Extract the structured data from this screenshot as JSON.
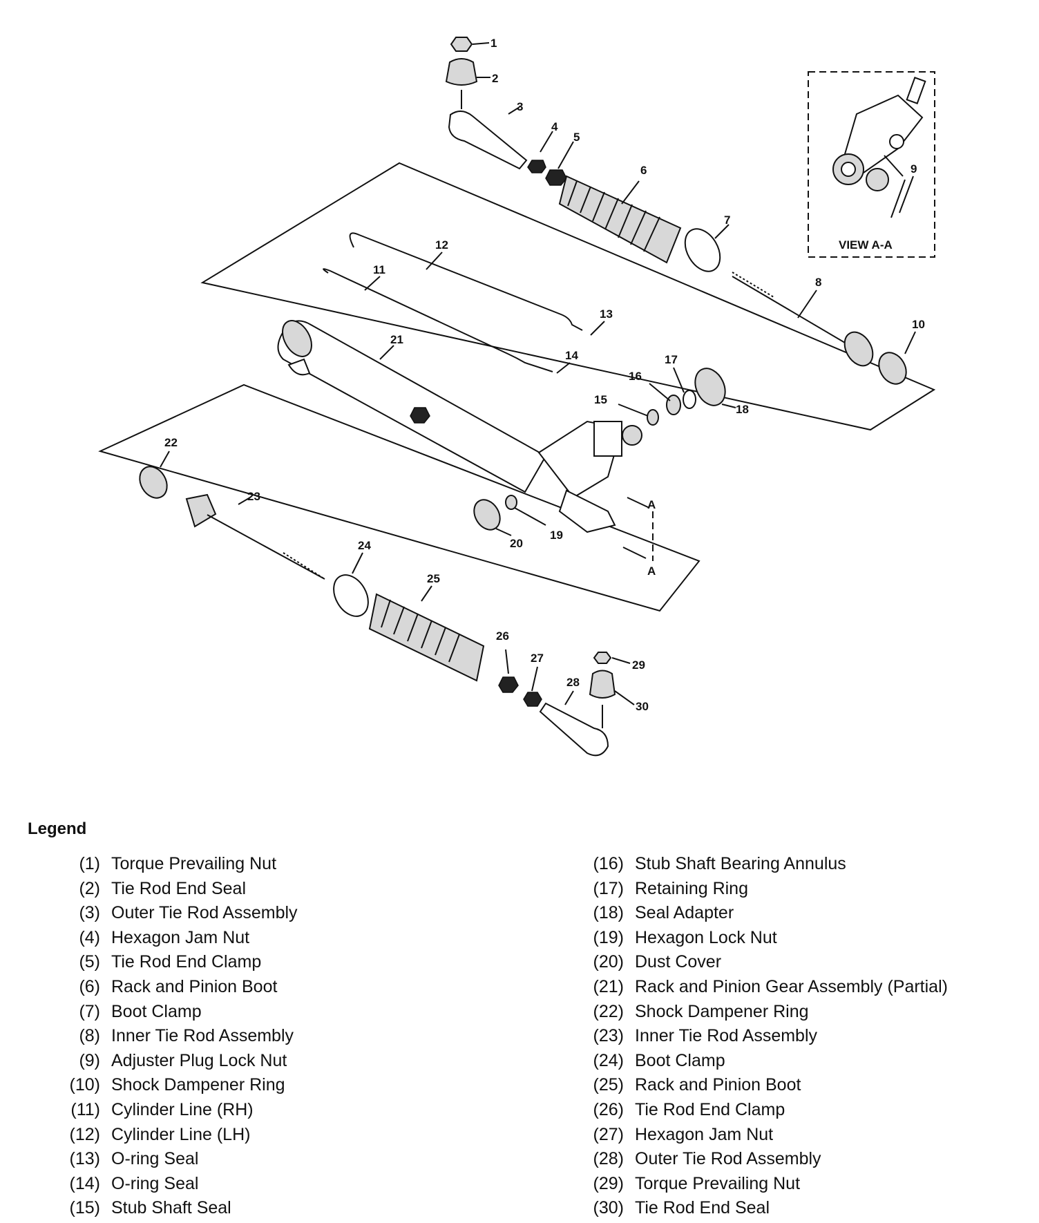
{
  "legend": {
    "title": "Legend",
    "left": [
      {
        "num": "(1)",
        "name": "Torque Prevailing Nut"
      },
      {
        "num": "(2)",
        "name": "Tie Rod End Seal"
      },
      {
        "num": "(3)",
        "name": "Outer Tie Rod Assembly"
      },
      {
        "num": "(4)",
        "name": "Hexagon Jam Nut"
      },
      {
        "num": "(5)",
        "name": "Tie Rod End Clamp"
      },
      {
        "num": "(6)",
        "name": "Rack and Pinion Boot"
      },
      {
        "num": "(7)",
        "name": "Boot Clamp"
      },
      {
        "num": "(8)",
        "name": "Inner Tie Rod Assembly"
      },
      {
        "num": "(9)",
        "name": "Adjuster Plug Lock Nut"
      },
      {
        "num": "(10)",
        "name": "Shock Dampener Ring"
      },
      {
        "num": "(11)",
        "name": "Cylinder Line (RH)"
      },
      {
        "num": "(12)",
        "name": "Cylinder Line (LH)"
      },
      {
        "num": "(13)",
        "name": "O-ring Seal"
      },
      {
        "num": "(14)",
        "name": "O-ring Seal"
      },
      {
        "num": "(15)",
        "name": "Stub Shaft Seal"
      }
    ],
    "right": [
      {
        "num": "(16)",
        "name": "Stub Shaft Bearing Annulus"
      },
      {
        "num": "(17)",
        "name": "Retaining Ring"
      },
      {
        "num": "(18)",
        "name": "Seal Adapter"
      },
      {
        "num": "(19)",
        "name": "Hexagon Lock Nut"
      },
      {
        "num": "(20)",
        "name": "Dust Cover"
      },
      {
        "num": "(21)",
        "name": "Rack and Pinion Gear Assembly (Partial)"
      },
      {
        "num": "(22)",
        "name": "Shock Dampener Ring"
      },
      {
        "num": "(23)",
        "name": "Inner Tie Rod Assembly"
      },
      {
        "num": "(24)",
        "name": "Boot Clamp"
      },
      {
        "num": "(25)",
        "name": "Rack and Pinion Boot"
      },
      {
        "num": "(26)",
        "name": "Tie Rod End Clamp"
      },
      {
        "num": "(27)",
        "name": "Hexagon Jam Nut"
      },
      {
        "num": "(28)",
        "name": "Outer Tie Rod Assembly"
      },
      {
        "num": "(29)",
        "name": "Torque Prevailing Nut"
      },
      {
        "num": "(30)",
        "name": "Tie Rod End Seal"
      }
    ]
  },
  "callouts": [
    "1",
    "2",
    "3",
    "4",
    "5",
    "6",
    "7",
    "8",
    "9",
    "10",
    "11",
    "12",
    "13",
    "14",
    "15",
    "16",
    "17",
    "18",
    "19",
    "20",
    "21",
    "22",
    "23",
    "24",
    "25",
    "26",
    "27",
    "28",
    "29",
    "30"
  ],
  "view": {
    "box_label": "VIEW A-A",
    "arrow_label": "A"
  }
}
